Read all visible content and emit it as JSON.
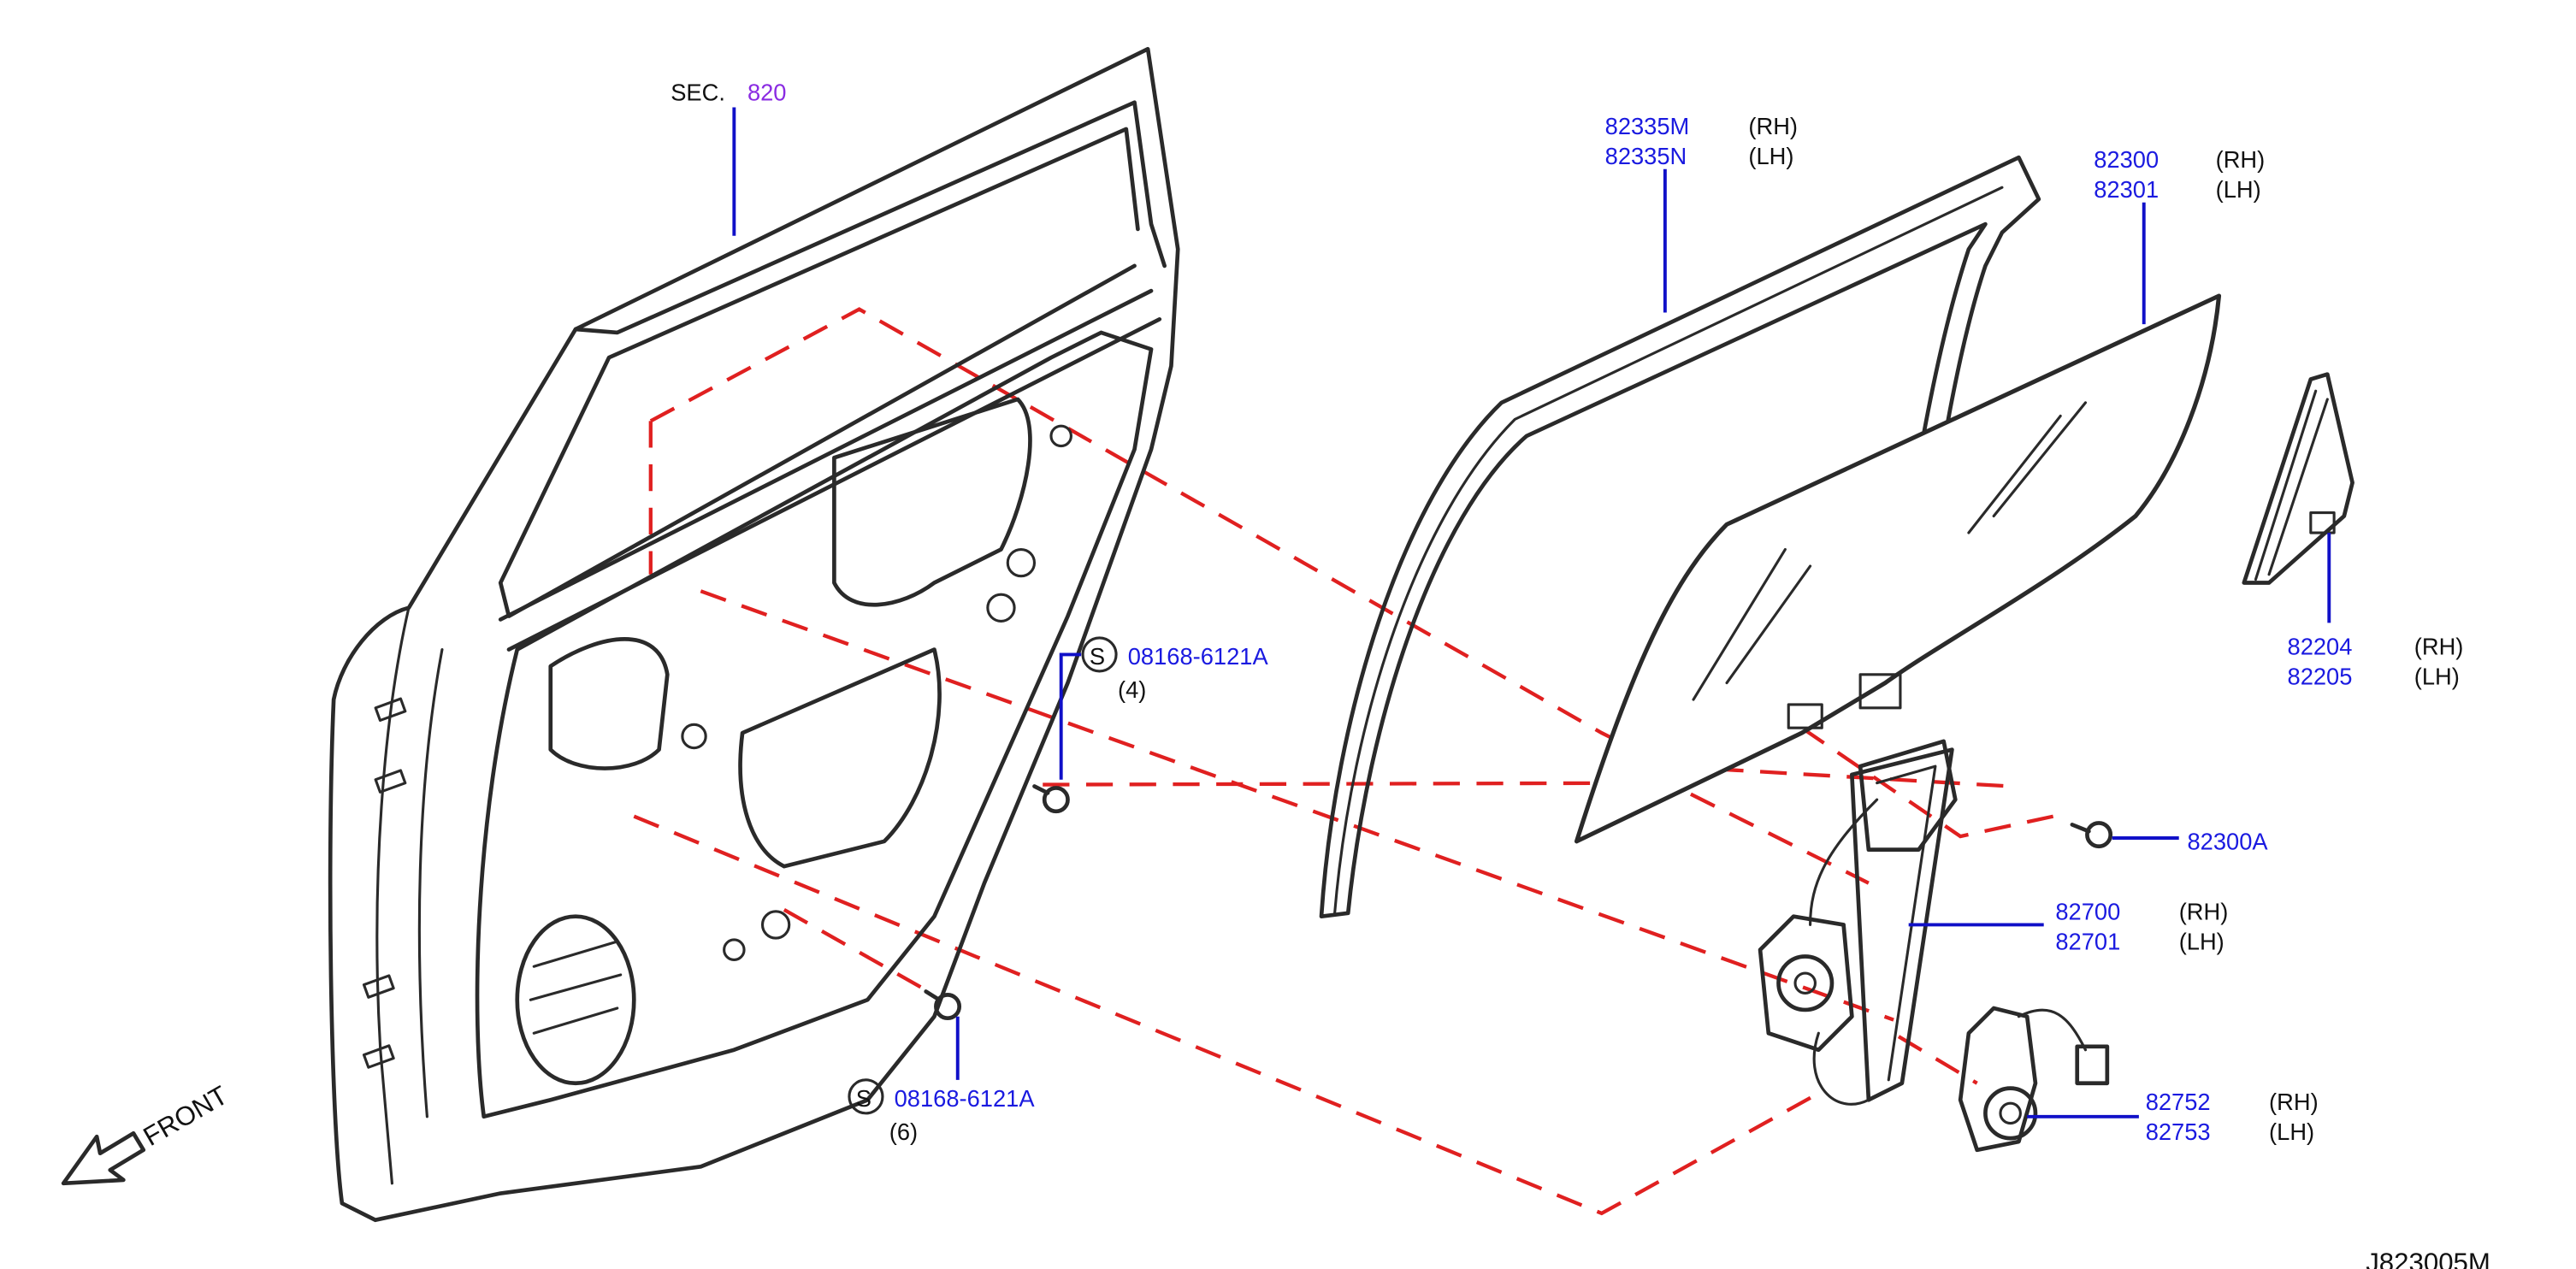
{
  "colors": {
    "part_number": "#1a1ae0",
    "section_ref": "#8a2be2",
    "text": "#111111",
    "linework": "#2a2a2a",
    "assembly_dashes": "#e02020"
  },
  "section_ref": {
    "prefix": "SEC.",
    "number": "820"
  },
  "callouts": {
    "sash": {
      "rh": "82335M",
      "lh": "82335N",
      "rh_tag": "(RH)",
      "lh_tag": "(LH)"
    },
    "glass": {
      "rh": "82300",
      "lh": "82301",
      "rh_tag": "(RH)",
      "lh_tag": "(LH)"
    },
    "corner_glass": {
      "rh": "82204",
      "lh": "82205",
      "rh_tag": "(RH)",
      "lh_tag": "(LH)"
    },
    "glass_bolt": {
      "number": "82300A"
    },
    "regulator": {
      "rh": "82700",
      "lh": "82701",
      "rh_tag": "(RH)",
      "lh_tag": "(LH)"
    },
    "motor": {
      "rh": "82752",
      "lh": "82753",
      "rh_tag": "(RH)",
      "lh_tag": "(LH)"
    },
    "bolt_upper": {
      "symbol": "S",
      "number": "08168-6121A",
      "qty": "(4)"
    },
    "bolt_lower": {
      "symbol": "S",
      "number": "08168-6121A",
      "qty": "(6)"
    }
  },
  "front_label": "FRONT",
  "diagram_code": "J823005M"
}
